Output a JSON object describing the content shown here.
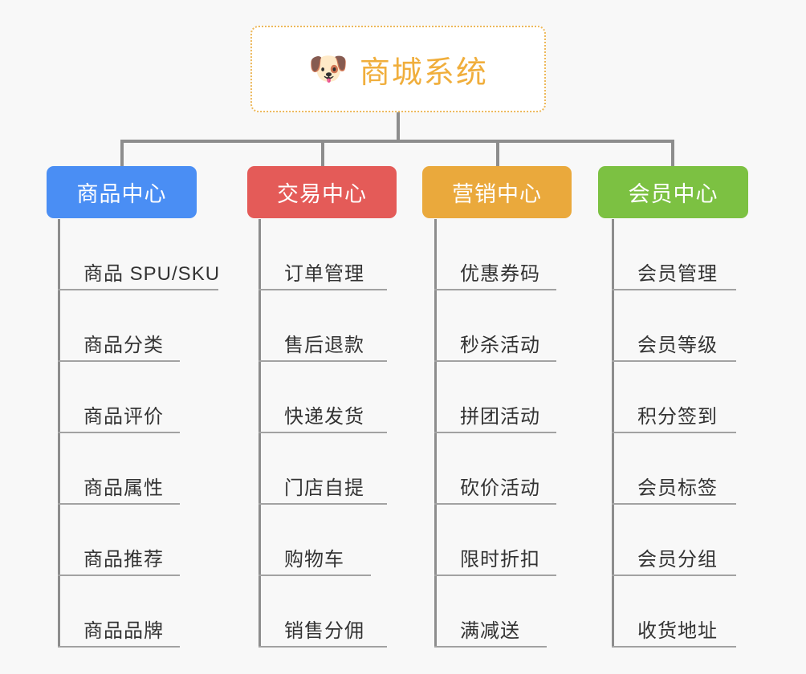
{
  "background_color": "#f8f8f8",
  "root": {
    "icon": "shiba-dog-face-emoji",
    "emoji": "🐶",
    "title": "商城系统",
    "text_color": "#f0ae3c",
    "border_color": "#edb85a"
  },
  "connector_color": "#8d8d8d",
  "branches": [
    {
      "label": "商品中心",
      "color": "#4a8ef4",
      "items": [
        "商品 SPU/SKU",
        "商品分类",
        "商品评价",
        "商品属性",
        "商品推荐",
        "商品品牌"
      ]
    },
    {
      "label": "交易中心",
      "color": "#e45b58",
      "items": [
        "订单管理",
        "售后退款",
        "快递发货",
        "门店自提",
        "购物车",
        "销售分佣"
      ]
    },
    {
      "label": "营销中心",
      "color": "#eaa93c",
      "items": [
        "优惠券码",
        "秒杀活动",
        "拼团活动",
        "砍价活动",
        "限时折扣",
        "满减送"
      ]
    },
    {
      "label": "会员中心",
      "color": "#7cc142",
      "items": [
        "会员管理",
        "会员等级",
        "积分签到",
        "会员标签",
        "会员分组",
        "收货地址"
      ]
    }
  ]
}
